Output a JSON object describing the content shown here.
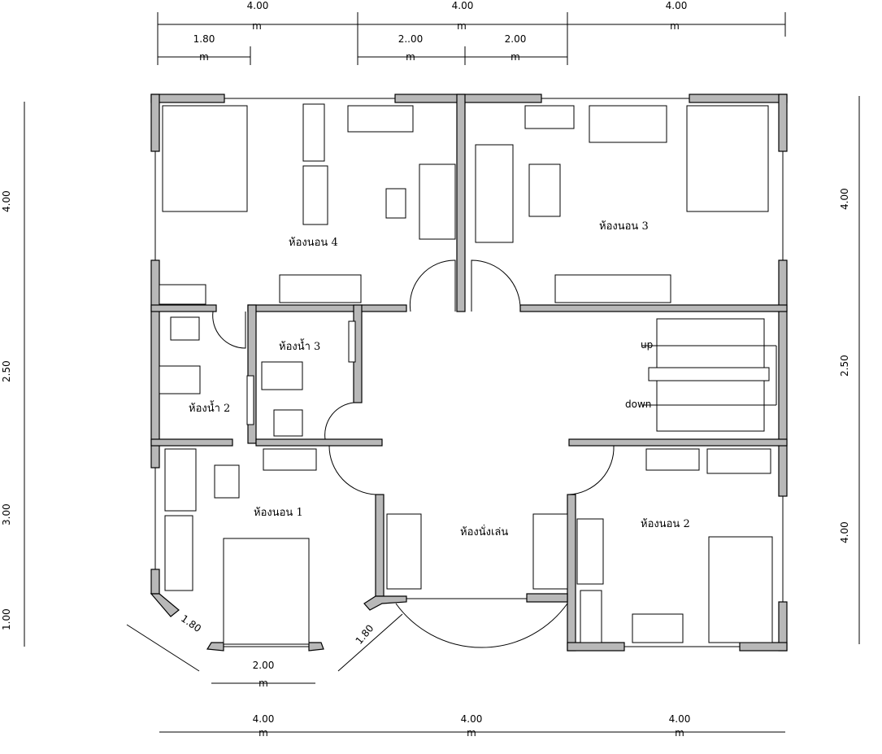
{
  "dimensions": {
    "top_row1": [
      "4.00",
      "4.00",
      "4.00"
    ],
    "top_row2": [
      "1.80",
      "2..00",
      "2.00"
    ],
    "unit": "m",
    "left": [
      "4.00",
      "2.50",
      "3.00",
      "1.00"
    ],
    "right": [
      "4.00",
      "2.50",
      "4.00"
    ],
    "bottom": [
      "4.00",
      "4.00",
      "4.00"
    ],
    "bay_left": "1.80",
    "bay_right": "1.80",
    "bay_front": "2.00"
  },
  "rooms": {
    "bedroom4": "ห้องนอน 4",
    "bedroom3": "ห้องนอน 3",
    "bath3": "ห้องน้ำ 3",
    "bath2": "ห้องน้ำ 2",
    "bedroom1": "ห้องนอน 1",
    "living": "ห้องนั่งเล่น",
    "bedroom2": "ห้องนอน 2"
  },
  "stairs": {
    "up": "up",
    "down": "down"
  }
}
